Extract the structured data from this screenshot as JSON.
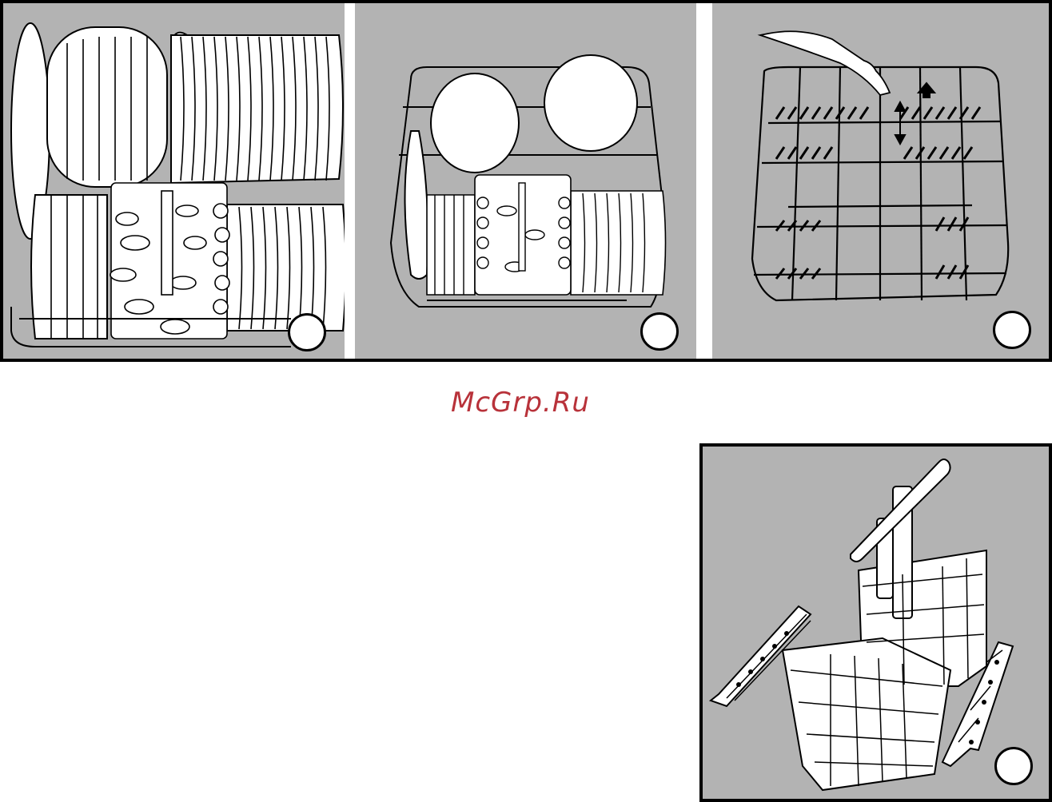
{
  "watermark": {
    "text": "McGrp.Ru",
    "color": "#b8323a"
  },
  "colors": {
    "panel_background": "#b3b3b3",
    "outline": "#000000",
    "page": "#ffffff"
  },
  "panels": [
    {
      "subject": "lower-rack-loaded-with-plates-and-cutlery-basket"
    },
    {
      "subject": "lower-rack-loaded-with-pots-and-plates"
    },
    {
      "subject": "adjusting-fold-down-plate-supports-in-rack"
    },
    {
      "subject": "removable-cutlery-basket-with-side-grids"
    }
  ]
}
